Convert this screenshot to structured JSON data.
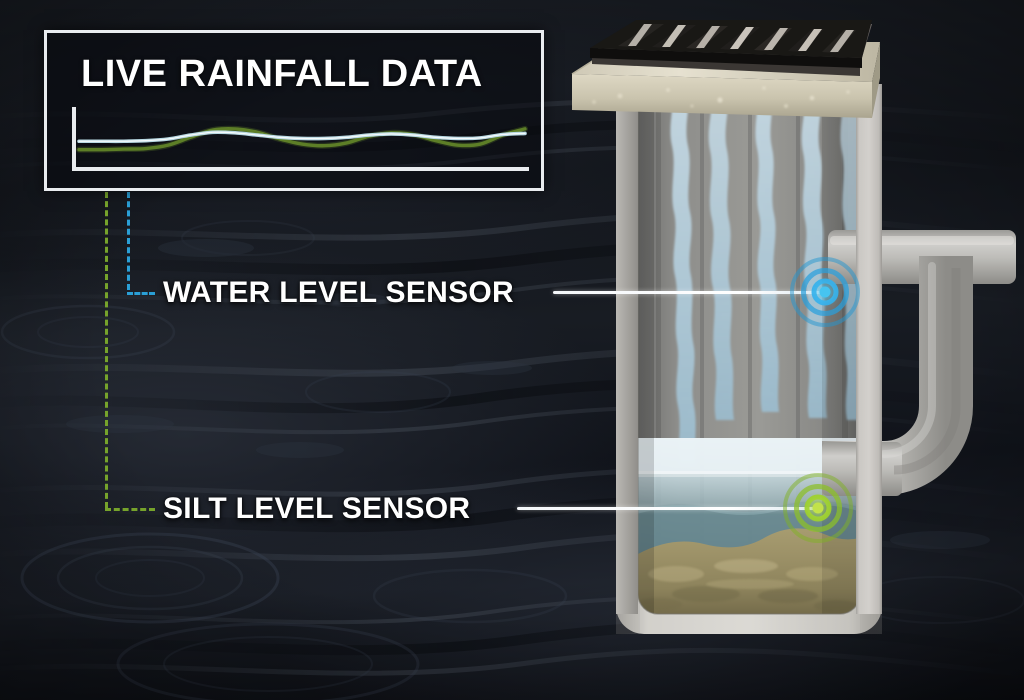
{
  "scene": {
    "title": "Gully pot / catch basin cut-away with live sensor monitoring",
    "background_name": "dark-rain-on-water"
  },
  "panel": {
    "title": "LIVE RAINFALL DATA",
    "border_color": "#e9ecef"
  },
  "chart_data": {
    "type": "line",
    "title": "LIVE RAINFALL DATA",
    "xlabel": "",
    "ylabel": "",
    "grid": false,
    "legend": "none",
    "axis_color": "#e9ecef",
    "x": [
      0,
      5,
      10,
      15,
      20,
      25,
      30,
      35,
      40,
      45,
      50,
      55,
      60,
      65,
      70,
      75,
      80,
      85,
      90,
      95,
      100
    ],
    "xlim": [
      0,
      100
    ],
    "ylim": [
      0,
      100
    ],
    "series": [
      {
        "name": "water-level-trace",
        "color": "#b9d9e3",
        "values": [
          46,
          46,
          46,
          47,
          50,
          57,
          62,
          61,
          57,
          53,
          51,
          51,
          53,
          57,
          59,
          57,
          53,
          51,
          52,
          58,
          60
        ]
      },
      {
        "name": "rainfall-trace",
        "color": "#5d7f28",
        "values": [
          31,
          31,
          32,
          33,
          39,
          53,
          66,
          68,
          62,
          50,
          41,
          38,
          43,
          55,
          61,
          58,
          47,
          39,
          41,
          57,
          68
        ]
      }
    ]
  },
  "annotations": {
    "water": {
      "label": "WATER LEVEL SENSOR",
      "dash_color": "#2a9fd6",
      "indicator_color": "#46c4f0",
      "leader_color": "#ffffff"
    },
    "silt": {
      "label": "SILT LEVEL SENSOR",
      "dash_color": "#76a32b",
      "indicator_color": "#c2e24a",
      "leader_color": "#ffffff"
    }
  },
  "chamber": {
    "grate_color": "#1b1a18",
    "slab_color": "#cfc9b4",
    "wall_color": "#d2d0cb",
    "inner_wall_color": "#8d8d8a",
    "inflow_color": "#b4cfdd",
    "water_surface_color": "#dbe9ef",
    "water_body_color": "#7d9aa2",
    "silt_color": "#9b9167",
    "pipe_color": "#b5b4b0"
  }
}
